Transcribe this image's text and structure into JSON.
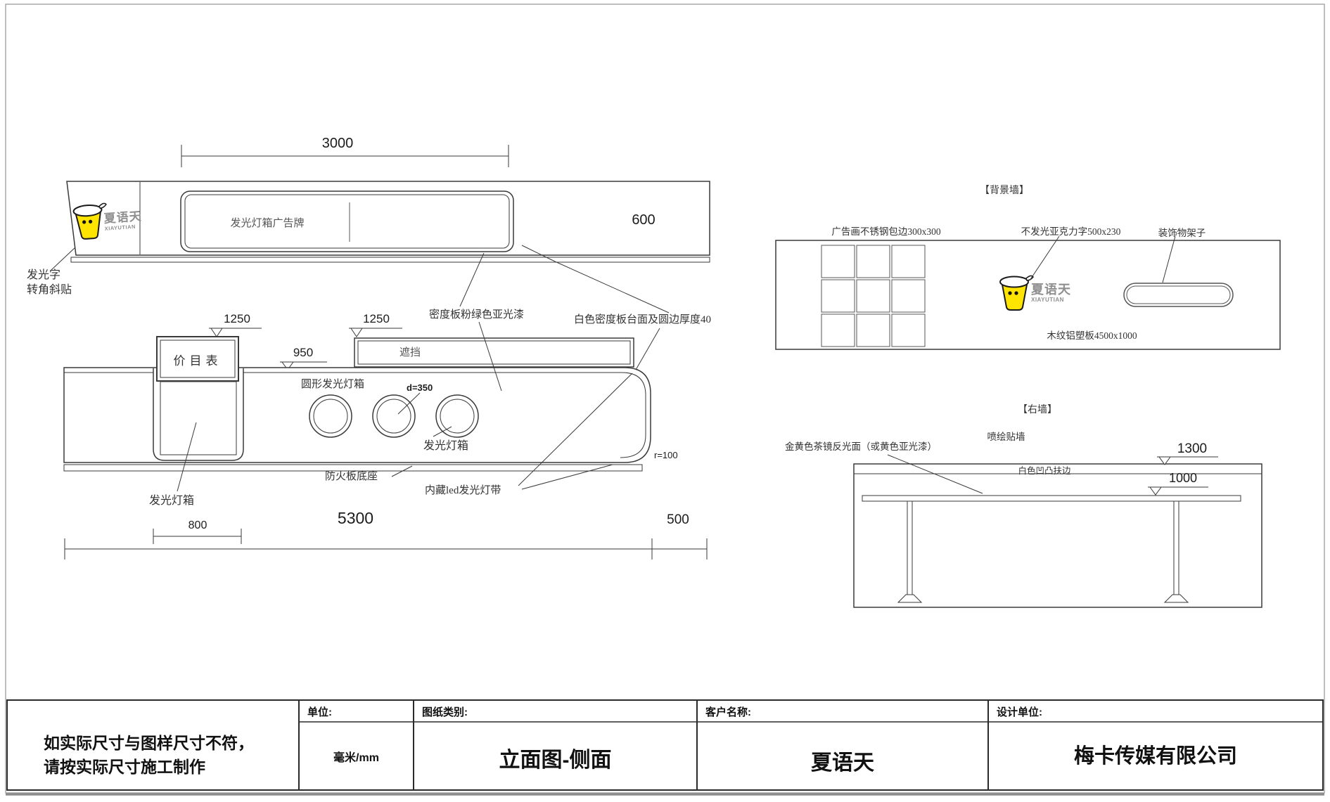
{
  "logo": {
    "name": "夏语天",
    "latin": "XIAYUTIAN",
    "cup_color": "#ffe400"
  },
  "top_sign": {
    "dim_width": "3000",
    "dim_height": "600",
    "lightbox_label": "发光灯箱广告牌",
    "corner_note_line1": "发光字",
    "corner_note_line2": "转角斜贴"
  },
  "counter": {
    "dim_left": "1250",
    "dim_mid": "950",
    "dim_right": "1250",
    "price_board": "价目表",
    "shield": "遮挡",
    "round_lightbox": "圆形发光灯箱",
    "diameter": "d=350",
    "lightbox": "发光灯箱",
    "mdf_note": "密度板粉绿色亚光漆",
    "top_note": "白色密度板台面及圆边厚度40",
    "radius": "r=100",
    "base": "防火板底座",
    "led": "内藏led发光灯带",
    "left_lightbox": "发光灯箱",
    "dim_800": "800",
    "dim_total": "5300",
    "dim_right_ext": "500"
  },
  "bg_wall": {
    "title": "【背景墙】",
    "label_grid": "广告画不锈钢包边300x300",
    "label_acrylic": "不发光亚克力字500x230",
    "label_shelf": "装饰物架子",
    "label_panel": "木纹铝塑板4500x1000"
  },
  "right_wall": {
    "title": "【右墙】",
    "label_sticker": "喷绘贴墙",
    "label_mirror": "金黄色茶镜反光面（或黄色亚光漆）",
    "label_trim": "白色凹凸扶边",
    "dim_1300": "1300",
    "dim_1000": "1000"
  },
  "title_block": {
    "note_line1": "如实际尺寸与图样尺寸不符，",
    "note_line2": "请按实际尺寸施工制作",
    "unit_label": "单位:",
    "unit_value": "毫米/mm",
    "type_label": "图纸类别:",
    "type_value": "立面图-侧面",
    "client_label": "客户名称:",
    "client_value": "夏语天",
    "designer_label": "设计单位:",
    "designer_value": "梅卡传媒有限公司"
  }
}
